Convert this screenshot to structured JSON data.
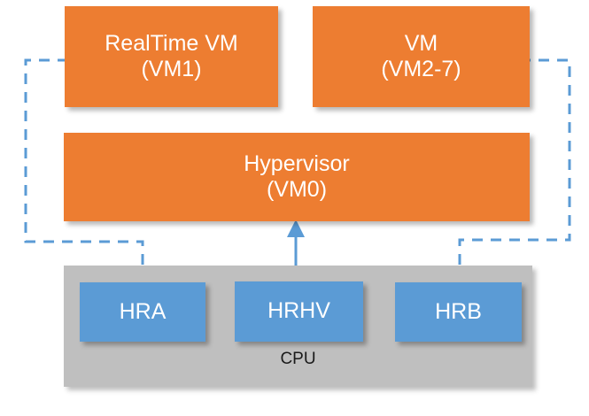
{
  "diagram": {
    "title": "Hypervisor VM and CPU hardware resource partitioning diagram",
    "colors": {
      "vm_fill": "#ED7D31",
      "hardware_fill": "#5B9BD5",
      "cpu_fill": "#BFBFBF",
      "connector": "#5B9BD5",
      "vm_text": "#FFFFFF",
      "cpu_text": "#1A1A1A",
      "background": "#FFFFFF"
    },
    "nodes": {
      "realtime_vm": {
        "line1": "RealTime VM",
        "line2": "(VM1)"
      },
      "vm": {
        "line1": "VM",
        "line2": "(VM2-7)"
      },
      "hypervisor": {
        "line1": "Hypervisor",
        "line2": "(VM0)"
      },
      "hra": {
        "label": "HRA"
      },
      "hrhv": {
        "label": "HRHV"
      },
      "hrb": {
        "label": "HRB"
      },
      "cpu": {
        "label": "CPU"
      }
    },
    "connectors": [
      {
        "name": "hra-to-realtime-vm",
        "from": "HRA",
        "to": "RealTime VM",
        "style": "dashed",
        "arrow": "right"
      },
      {
        "name": "hrhv-to-hypervisor",
        "from": "HRHV",
        "to": "Hypervisor",
        "style": "solid",
        "arrow": "up"
      },
      {
        "name": "hrb-to-vm",
        "from": "HRB",
        "to": "VM",
        "style": "dashed",
        "arrow": "left"
      }
    ]
  }
}
